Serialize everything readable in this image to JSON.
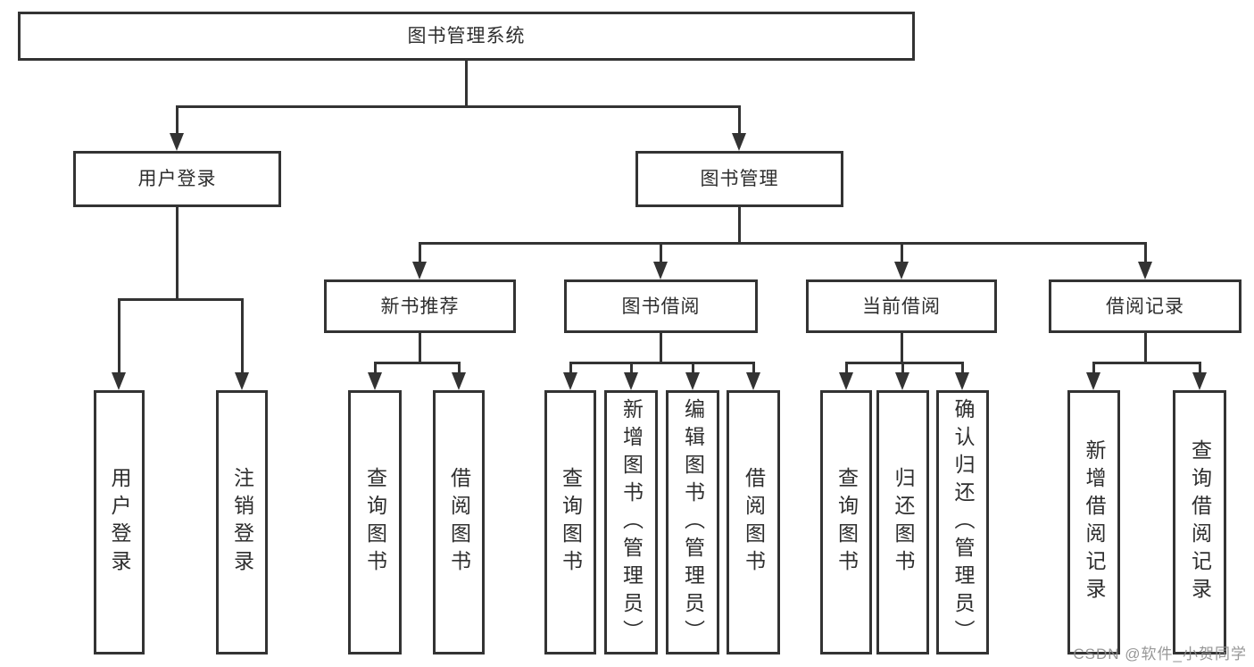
{
  "tree": {
    "label": "图书管理系统",
    "children": [
      {
        "label": "用户登录",
        "children": [
          {
            "label": "用户登录"
          },
          {
            "label": "注销登录"
          }
        ]
      },
      {
        "label": "图书管理",
        "children": [
          {
            "label": "新书推荐",
            "children": [
              {
                "label": "查询图书"
              },
              {
                "label": "借阅图书"
              }
            ]
          },
          {
            "label": "图书借阅",
            "children": [
              {
                "label": "查询图书"
              },
              {
                "label": "新增图书（管理员）"
              },
              {
                "label": "编辑图书（管理员）"
              },
              {
                "label": "借阅图书"
              }
            ]
          },
          {
            "label": "当前借阅",
            "children": [
              {
                "label": "查询图书"
              },
              {
                "label": "归还图书"
              },
              {
                "label": "确认归还（管理员）"
              }
            ]
          },
          {
            "label": "借阅记录",
            "children": [
              {
                "label": "新增借阅记录"
              },
              {
                "label": "查询借阅记录"
              }
            ]
          }
        ]
      }
    ]
  },
  "watermark": "CSDN @软件_小贺同学",
  "colors": {
    "line": "#333333",
    "text": "#2e2e2e",
    "watermark": "#8c8c8c",
    "background": "#ffffff"
  }
}
